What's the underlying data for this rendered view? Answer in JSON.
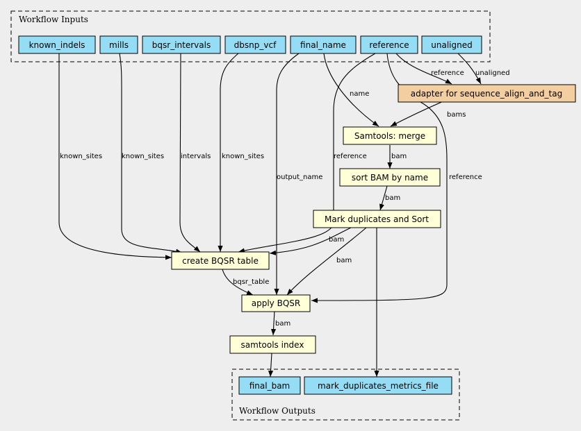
{
  "clusters": {
    "inputs": {
      "label": "Workflow Inputs"
    },
    "outputs": {
      "label": "Workflow Outputs"
    }
  },
  "nodes": {
    "known_indels": {
      "label": "known_indels",
      "kind": "input"
    },
    "mills": {
      "label": "mills",
      "kind": "input"
    },
    "bqsr_intervals": {
      "label": "bqsr_intervals",
      "kind": "input"
    },
    "dbsnp_vcf": {
      "label": "dbsnp_vcf",
      "kind": "input"
    },
    "final_name": {
      "label": "final_name",
      "kind": "input"
    },
    "reference": {
      "label": "reference",
      "kind": "input"
    },
    "unaligned": {
      "label": "unaligned",
      "kind": "input"
    },
    "adapter": {
      "label": "adapter for sequence_align_and_tag",
      "kind": "subworkflow"
    },
    "merge": {
      "label": "Samtools: merge",
      "kind": "step"
    },
    "sort": {
      "label": "sort BAM by name",
      "kind": "step"
    },
    "markdup": {
      "label": "Mark duplicates and Sort",
      "kind": "step"
    },
    "bqsr_table": {
      "label": "create BQSR table",
      "kind": "step"
    },
    "apply_bqsr": {
      "label": "apply BQSR",
      "kind": "step"
    },
    "index": {
      "label": "samtools index",
      "kind": "step"
    },
    "final_bam": {
      "label": "final_bam",
      "kind": "output"
    },
    "metrics": {
      "label": "mark_duplicates_metrics_file",
      "kind": "output"
    }
  },
  "edges": {
    "e_ref_adapter": {
      "label": "reference"
    },
    "e_unaligned_adapter": {
      "label": "unaligned"
    },
    "e_adapter_merge": {
      "label": "bams"
    },
    "e_name_merge": {
      "label": "name"
    },
    "e_merge_sort": {
      "label": "bam"
    },
    "e_sort_markdup": {
      "label": "bam"
    },
    "e_indels_bqsr": {
      "label": "known_sites"
    },
    "e_mills_bqsr": {
      "label": "known_sites"
    },
    "e_intervals_bqsr": {
      "label": "intervals"
    },
    "e_dbsnp_bqsr": {
      "label": "known_sites"
    },
    "e_ref_bqsr": {
      "label": "reference"
    },
    "e_markdup_bqsr": {
      "label": "bam"
    },
    "e_finalname_apply": {
      "label": "output_name"
    },
    "e_ref_apply": {
      "label": "reference"
    },
    "e_markdup_apply": {
      "label": "bam"
    },
    "e_table_apply": {
      "label": "bqsr_table"
    },
    "e_apply_index": {
      "label": "bam"
    },
    "e_index_finalbam": {
      "label": ""
    },
    "e_markdup_metrics": {
      "label": ""
    }
  },
  "colors": {
    "background": "#eeeeee",
    "input_fill": "#94ddf4",
    "output_fill": "#94ddf4",
    "step_fill": "#ffffd8",
    "subworkflow_fill": "#f3cea1",
    "stroke": "#000000"
  }
}
